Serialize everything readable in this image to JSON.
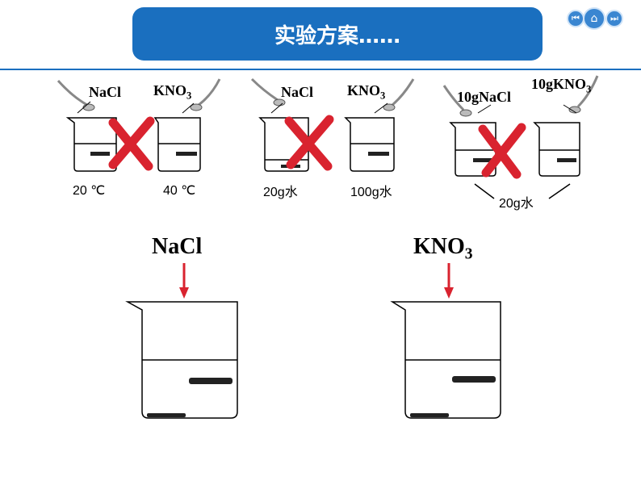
{
  "title": "实验方案……",
  "nav": {
    "prev_icon": "⏮",
    "home_icon": "⌂",
    "next_icon": "⏭"
  },
  "set1": {
    "left_label": "NaCl",
    "right_label_main": "KNO",
    "right_label_sub": "3",
    "cap_left": "20 ℃",
    "cap_right": "40 ℃"
  },
  "set2": {
    "left_label": "NaCl",
    "right_label_main": "KNO",
    "right_label_sub": "3",
    "cap_left": "20g水",
    "cap_right": "100g水"
  },
  "set3": {
    "left_label": "10gNaCl",
    "right_label_main": "10gKNO",
    "right_label_sub": "3",
    "cap": "20g水"
  },
  "bottom": {
    "left_label": "NaCl",
    "right_label_main": "KNO",
    "right_label_sub": "3"
  },
  "colors": {
    "accent": "#1a6fbf",
    "cross": "#d9232f",
    "arrow": "#d9232f"
  }
}
